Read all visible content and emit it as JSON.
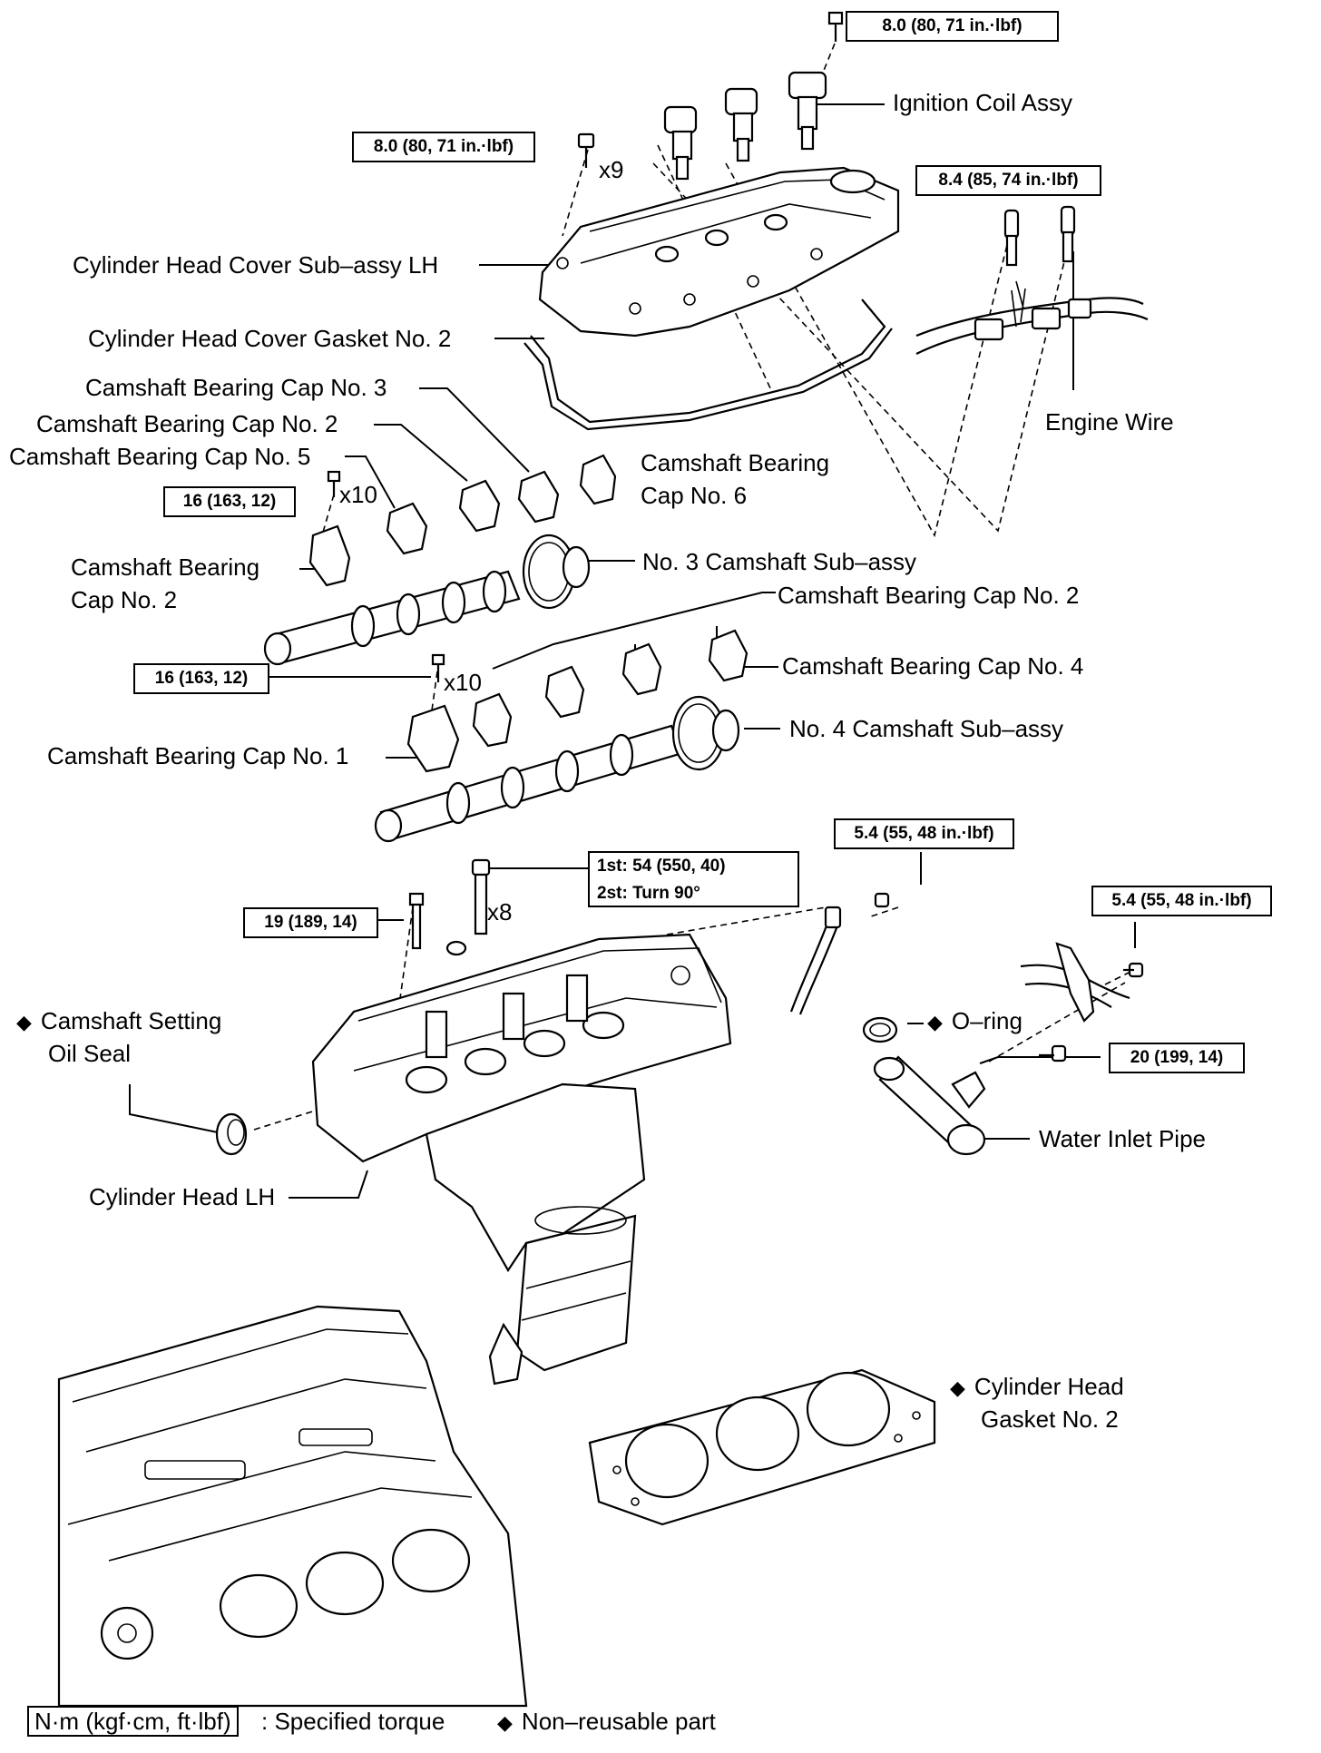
{
  "parts": {
    "ignition_coil": "Ignition Coil Assy",
    "head_cover": "Cylinder Head Cover Sub–assy LH",
    "head_cover_gasket": "Cylinder Head Cover Gasket No. 2",
    "cap_no3": "Camshaft Bearing Cap No. 3",
    "cap_no2_top": "Camshaft Bearing Cap No. 2",
    "cap_no5": "Camshaft Bearing Cap No. 5",
    "cap_no6_line1": "Camshaft Bearing",
    "cap_no6_line2": "Cap No. 6",
    "engine_wire": "Engine Wire",
    "cap_no2_left_line1": "Camshaft Bearing",
    "cap_no2_left_line2": "Cap No. 2",
    "camshaft_no3": "No. 3 Camshaft Sub–assy",
    "cap_no2_right": "Camshaft Bearing Cap No. 2",
    "cap_no4": "Camshaft Bearing Cap No. 4",
    "camshaft_no4": "No. 4 Camshaft Sub–assy",
    "cap_no1": "Camshaft Bearing Cap No. 1",
    "oil_seal_line1": "Camshaft Setting",
    "oil_seal_line2": "Oil Seal",
    "o_ring": "O–ring",
    "water_inlet_pipe": "Water Inlet Pipe",
    "cylinder_head": "Cylinder Head LH",
    "head_gasket_line1": "Cylinder Head",
    "head_gasket_line2": "Gasket No. 2"
  },
  "torques": {
    "coil_bolt": "8.0 (80, 71 in.·lbf)",
    "cover_bolt": "8.0 (80, 71 in.·lbf)",
    "spark_plug": "8.4 (85, 74 in.·lbf)",
    "cap_bolt_upper": "16 (163, 12)",
    "cap_bolt_lower": "16 (163, 12)",
    "head_bolt_step1": "1st: 54 (550, 40)",
    "head_bolt_step2": "2st: Turn 90°",
    "head_bolt_small": "19 (189, 14)",
    "wire_bolt_left": "5.4 (55, 48 in.·lbf)",
    "wire_bolt_right": "5.4 (55, 48 in.·lbf)",
    "pipe_bolt": "20 (199, 14)"
  },
  "quantities": {
    "cover_bolts": "x9",
    "cap_bolts_upper": "x10",
    "cap_bolts_lower": "x10",
    "head_bolts": "x8"
  },
  "markers": {
    "non_reusable": "◆"
  },
  "legend": {
    "torque_box": "N·m (kgf·cm, ft·lbf)",
    "torque_text": ": Specified torque",
    "non_reusable_text": "Non–reusable part"
  }
}
